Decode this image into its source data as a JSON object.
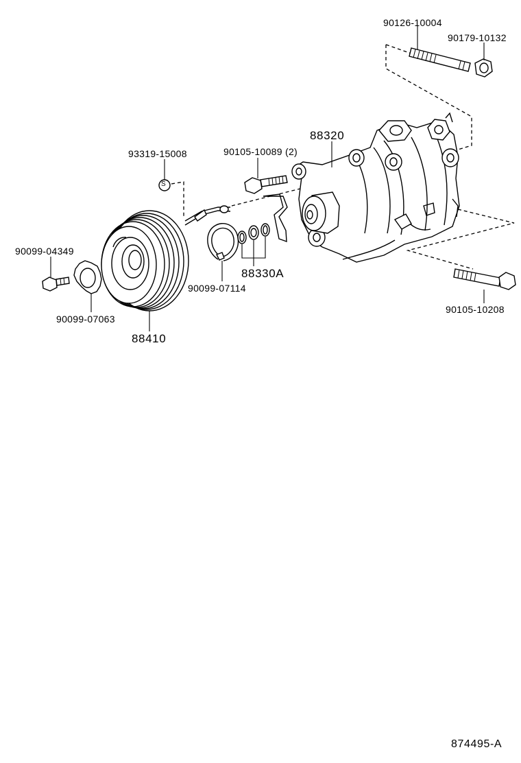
{
  "labels": {
    "p_90126_10004": "90126-10004",
    "p_90179_10132": "90179-10132",
    "p_88320": "88320",
    "p_93319_15008": "93319-15008",
    "p_90105_10089": "90105-10089 (2)",
    "p_90099_04349": "90099-04349",
    "p_88330A": "88330A",
    "p_90099_07114": "90099-07114",
    "p_90099_07063": "90099-07063",
    "p_88410": "88410",
    "p_90105_10208": "90105-10208",
    "sticker_letter": "S",
    "reference": "874495-A"
  },
  "icons": {
    "stud": "stud-bolt-icon",
    "nut": "hex-nut-icon",
    "compressor": "ac-compressor-icon",
    "clutch": "magnet-clutch-pulley-icon",
    "washer": "washer-icon",
    "snap_ring": "snap-ring-icon",
    "bracket": "bracket-icon"
  },
  "colors": {
    "ink": "#000000",
    "paper": "#ffffff"
  }
}
